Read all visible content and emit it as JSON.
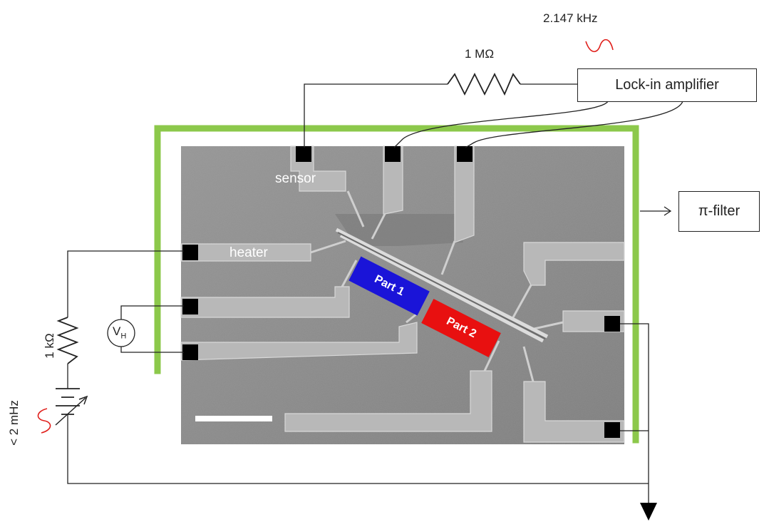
{
  "frequency": {
    "value": "2.147 kHz"
  },
  "resistor_top": {
    "value": "1 MΩ"
  },
  "lockin": {
    "label": "Lock-in amplifier"
  },
  "pi_filter": {
    "label": "π-filter"
  },
  "sensor": {
    "label": "sensor"
  },
  "heater": {
    "label": "heater"
  },
  "voltmeter": {
    "symbol": "V",
    "subscript": "H"
  },
  "resistor_left": {
    "value": "1 kΩ"
  },
  "source_freq": {
    "value": "< 2 mHz"
  },
  "parts": [
    {
      "label": "Part 1",
      "color": "#1a14d8"
    },
    {
      "label": "Part 2",
      "color": "#e81010"
    }
  ],
  "colors": {
    "shield": "#8cc84b",
    "wire": "#222222",
    "ac_wave": "#e0201c",
    "pad": "#000000",
    "sem_bg": "#8a8a8a"
  }
}
